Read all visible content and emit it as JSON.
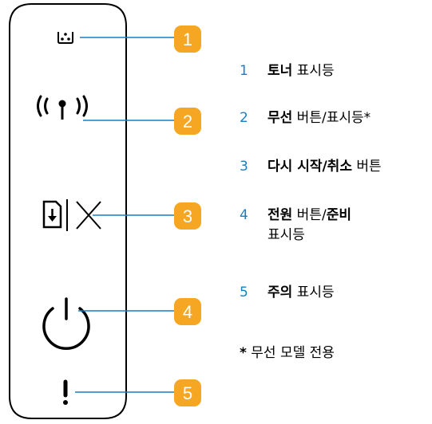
{
  "callouts": [
    {
      "num": "1",
      "bold": "토너",
      "rest": " 표시등",
      "line2": ""
    },
    {
      "num": "2",
      "bold": "무선",
      "rest": " 버튼/표시등*",
      "line2": ""
    },
    {
      "num": "3",
      "bold": "다시 시작/취소",
      "rest": " 버튼",
      "line2": ""
    },
    {
      "num": "4",
      "bold": "전원",
      "rest": " 버튼/",
      "bold2": "준비",
      "line2": "표시등"
    },
    {
      "num": "5",
      "bold": "주의",
      "rest": " 표시등",
      "line2": ""
    }
  ],
  "footnote_star": "*",
  "footnote": " 무선 모델 전용",
  "colors": {
    "accent": "#1a7fc1",
    "badge": "#f5a623",
    "stroke": "#000000"
  },
  "icons": [
    "toner-icon",
    "wireless-icon",
    "resume-icon",
    "cancel-icon",
    "power-icon",
    "attention-icon"
  ]
}
